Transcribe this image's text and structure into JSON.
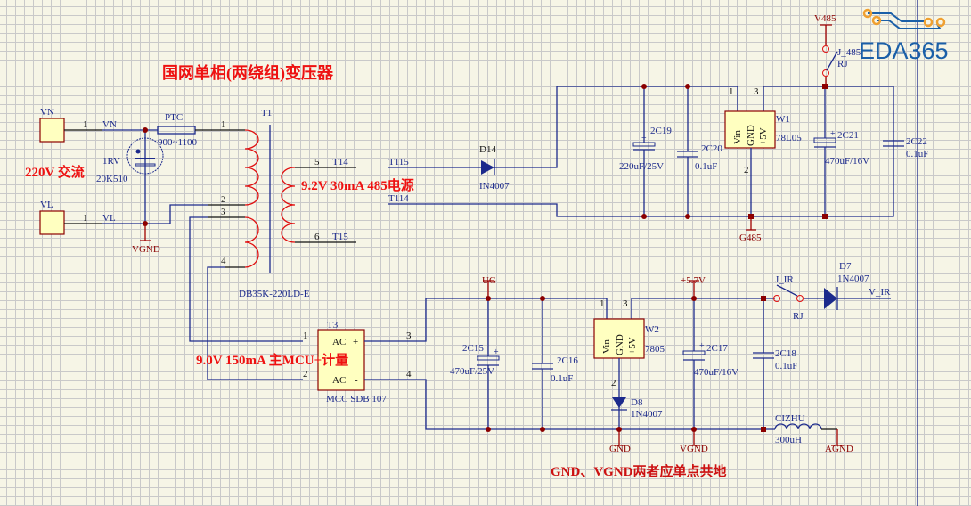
{
  "title": "国网单相(两绕组)变压器",
  "notes": {
    "ac_input": "220V 交流",
    "rail_485": "9.2V   30mA   485电源",
    "rail_mcu": "9.0V   150mA 主MCU+计量",
    "ground_note": "GND、VGND两者应单点共地"
  },
  "logo": {
    "text": "EDA365",
    "colors": {
      "blue": "#1a5fa8",
      "orange": "#f0a030"
    }
  },
  "colors": {
    "wire": "#1c2a8c",
    "coil": "#e01010",
    "net": "#8b0000",
    "note": "#ee1111"
  },
  "input": {
    "vn_port": "VN",
    "vn_pin": "1",
    "vn_net": "VN",
    "vl_port": "VL",
    "vl_pin": "1",
    "vl_net": "VL",
    "ptc": "PTC",
    "ptc_value": "900~1100",
    "varistor": "1RV",
    "varistor_value": "20K510",
    "vgnd": "VGND"
  },
  "t1": {
    "ref": "T1",
    "part": "DB35K-220LD-E",
    "pins": [
      "1",
      "2",
      "3",
      "4",
      "5",
      "6"
    ],
    "net_5": "T14",
    "net_6": "T15"
  },
  "rail485": {
    "net_t115": "T115",
    "net_t114": "T114",
    "diode": "D14",
    "diode_value": "IN4007",
    "c19": "2C19",
    "c19_value": "220uF/25V",
    "c20": "2C20",
    "c20_value": "0.1uF",
    "w1": "W1",
    "w1_part": "78L05",
    "reg_pins": [
      "Vin",
      "GND",
      "+5V"
    ],
    "w1_pin1": "1",
    "w1_pin2": "2",
    "w1_pin3": "3",
    "c21": "2C21",
    "c21_value": "470uF/16V",
    "c22": "2C22",
    "c22_value": "0.1uF",
    "g485": "G485",
    "v485": "V485",
    "jumper": "J_485",
    "jumper_value": "RJ"
  },
  "mcu": {
    "t3": "T3",
    "t3_part": "MCC SDB 107",
    "t3_ac": "AC",
    "t3_plus": "+",
    "t3_minus": "-",
    "t3_pins": [
      "1",
      "2",
      "3",
      "4"
    ],
    "ug": "UG",
    "c15": "2C15",
    "c15_value": "470uF/25V",
    "c16": "2C16",
    "c16_value": "0.1uF",
    "w2": "W2",
    "w2_part": "7805",
    "w2_pin1": "1",
    "w2_pin2": "2",
    "w2_pin3": "3",
    "d8": "D8",
    "d8_value": "1N4007",
    "gnd": "GND",
    "v57": "+5.7V",
    "c17": "2C17",
    "c17_value": "470uF/16V",
    "vgnd": "VGND",
    "c18": "2C18",
    "c18_value": "0.1uF",
    "jir": "J_IR",
    "jir_value": "RJ",
    "d7": "D7",
    "d7_value": "1N4007",
    "vir": "V_IR",
    "inductor": "CIZHU",
    "inductor_value": "300uH",
    "agnd": "AGND"
  }
}
